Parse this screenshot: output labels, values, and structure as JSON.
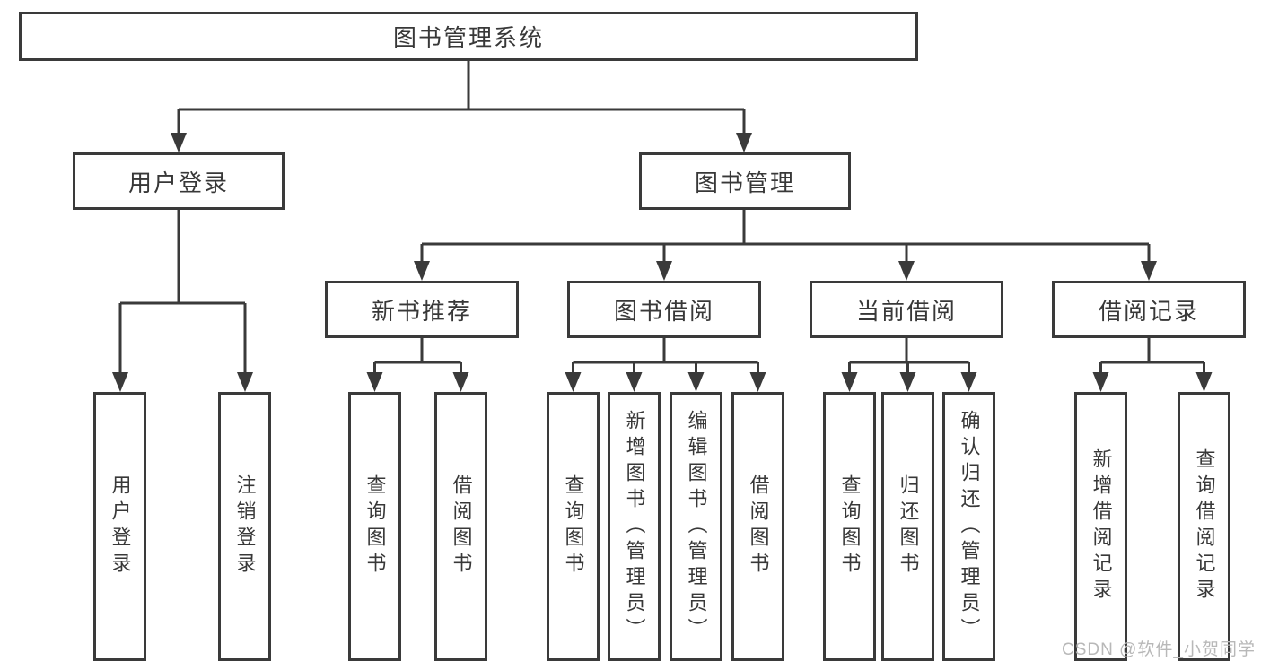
{
  "colors": {
    "line-color": "#3a3a3a",
    "box-border": "#3a3a3a",
    "text-color": "#383838",
    "watermark-color": "#b8b8b8",
    "background": "#ffffff"
  },
  "watermark": "CSDN @软件_小贺同学",
  "tree": {
    "root": {
      "label": "图书管理系统"
    },
    "branches": [
      {
        "label": "用户登录",
        "children": [
          {
            "label": "用户登录"
          },
          {
            "label": "注销登录"
          }
        ]
      },
      {
        "label": "图书管理",
        "children": [
          {
            "label": "新书推荐",
            "children": [
              {
                "label": "查询图书"
              },
              {
                "label": "借阅图书"
              }
            ]
          },
          {
            "label": "图书借阅",
            "children": [
              {
                "label": "查询图书"
              },
              {
                "label": "新增图书（管理员）"
              },
              {
                "label": "编辑图书（管理员）"
              },
              {
                "label": "借阅图书"
              }
            ]
          },
          {
            "label": "当前借阅",
            "children": [
              {
                "label": "查询图书"
              },
              {
                "label": "归还图书"
              },
              {
                "label": "确认归还（管理员）"
              }
            ]
          },
          {
            "label": "借阅记录",
            "children": [
              {
                "label": "新增借阅记录"
              },
              {
                "label": "查询借阅记录"
              }
            ]
          }
        ]
      }
    ]
  }
}
